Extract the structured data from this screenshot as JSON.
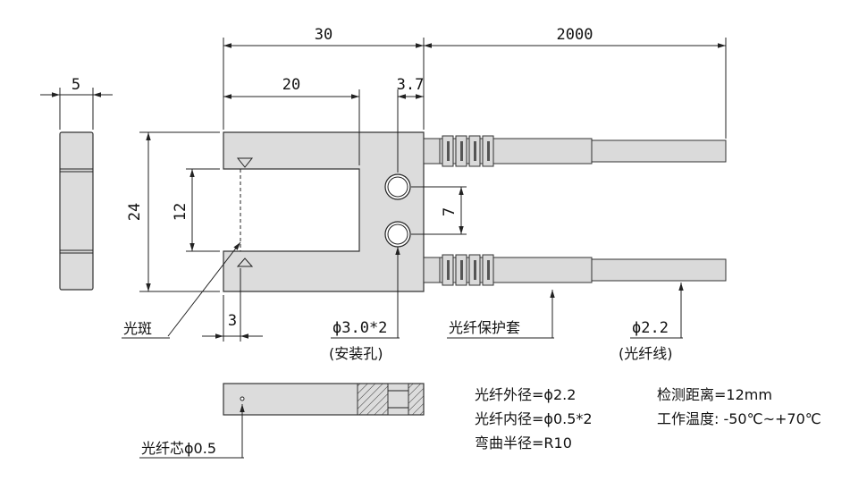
{
  "dimensions": {
    "total_width": "30",
    "cable_length": "2000",
    "slot_depth": "20",
    "hole_offset": "3.7",
    "side_width": "5",
    "height": "24",
    "slot_width": "12",
    "hole_spacing": "7",
    "spot_offset": "3"
  },
  "labels": {
    "light_spot": "光斑",
    "mount_hole": "ϕ3.0*2",
    "mount_hole_note": "(安装孔)",
    "fiber_sleeve": "光纤保护套",
    "fiber_diameter": "ϕ2.2",
    "fiber_line": "(光纤线)",
    "fiber_core": "光纤芯ϕ0.5"
  },
  "specs": {
    "outer_diameter": "光纤外径=ϕ2.2",
    "inner_diameter": "光纤内径=ϕ0.5*2",
    "bend_radius": "弯曲半径=R10",
    "detect_distance": "检测距离=12mm",
    "temperature": "工作温度: -50℃~+70℃"
  }
}
